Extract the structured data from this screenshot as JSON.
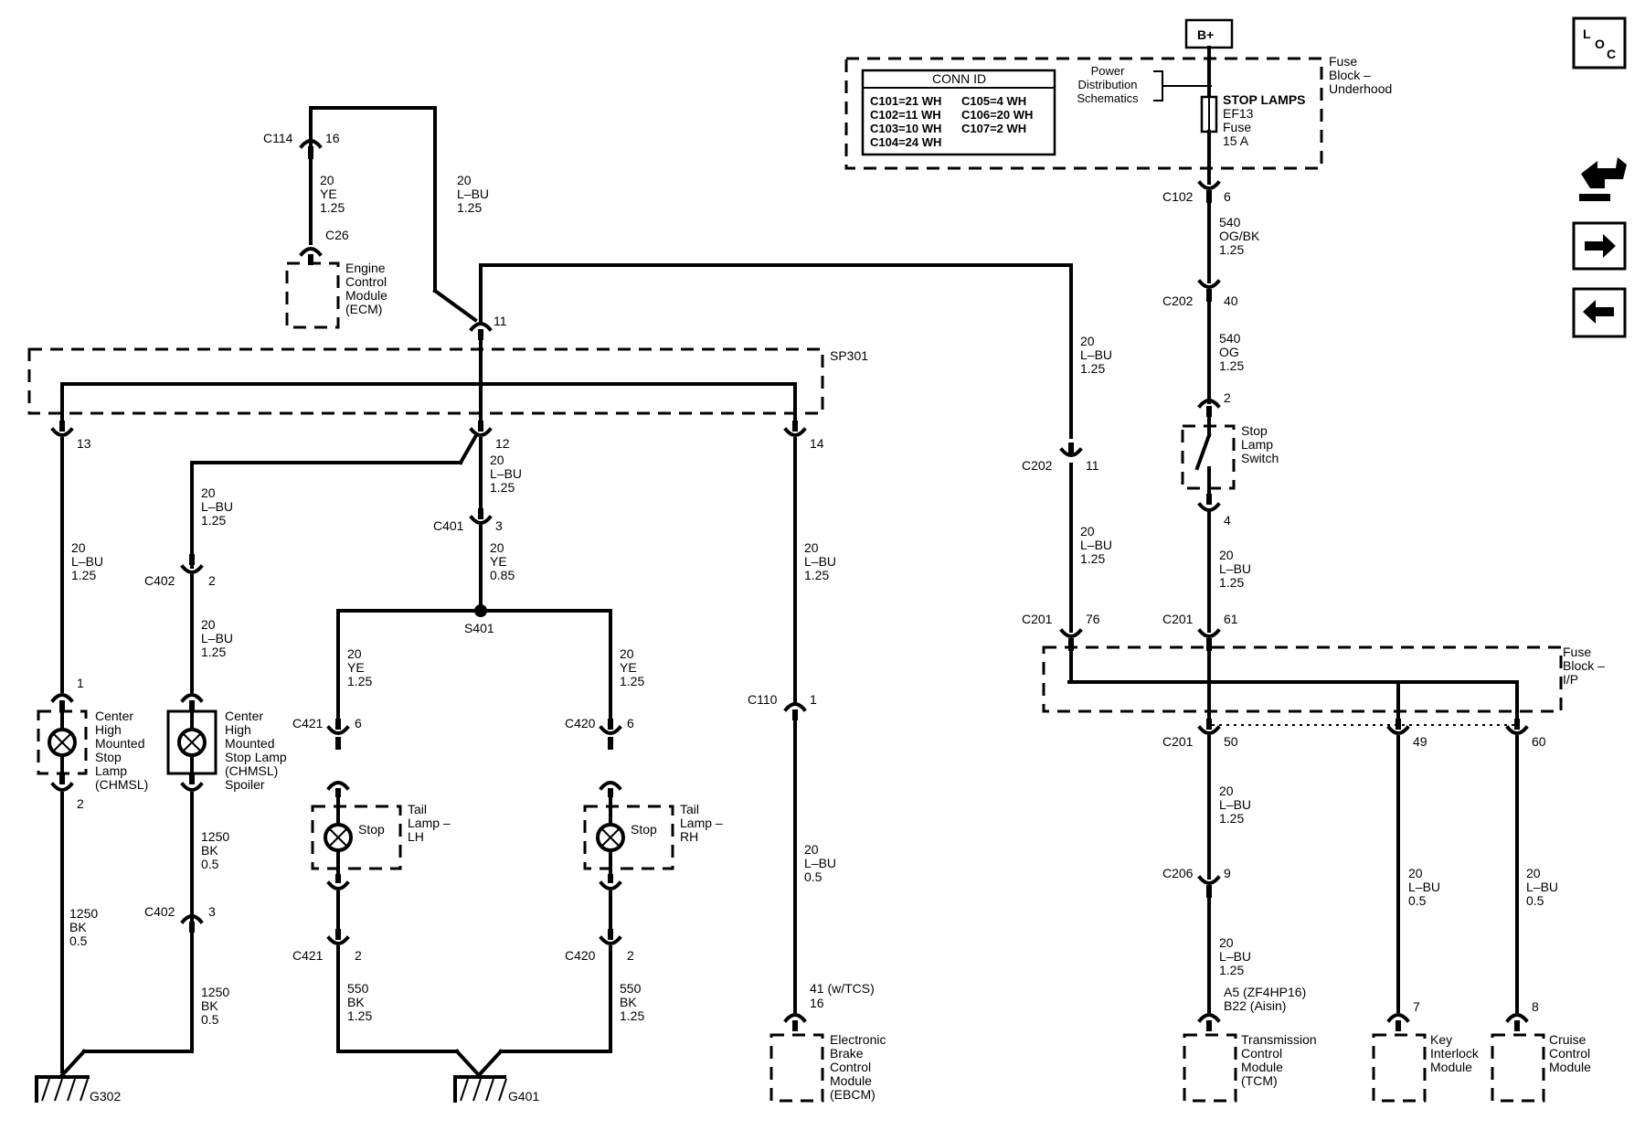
{
  "power": {
    "bplus": "B+"
  },
  "conn_id": {
    "title": "CONN ID",
    "rows": [
      "C101=21 WH",
      "C102=11 WH",
      "C103=10 WH",
      "C104=24 WH"
    ],
    "rows2": [
      "C105=4 WH",
      "C106=20 WH",
      "C107=2 WH"
    ]
  },
  "power_dist": [
    "Power",
    "Distribution",
    "Schematics"
  ],
  "fuse": [
    "STOP LAMPS",
    "EF13",
    "Fuse",
    "15 A"
  ],
  "fuse_block_uh": [
    "Fuse",
    "Block –",
    "Underhood"
  ],
  "fuse_block_ip": [
    "Fuse",
    "Block –",
    "I/P"
  ],
  "loc_icon": {
    "a": "L",
    "b": "O",
    "c": "C"
  },
  "connectors": {
    "c102": {
      "id": "C102",
      "pin": "6"
    },
    "c202a": {
      "id": "C202",
      "pin": "40"
    },
    "c202b": {
      "id": "C202",
      "pin": "11"
    },
    "c201a": {
      "id": "C201",
      "pin": "76"
    },
    "c201b": {
      "id": "C201",
      "pin": "61"
    },
    "c201c": {
      "id": "C201",
      "pin": "50"
    },
    "c201d": {
      "pin": "49"
    },
    "c201e": {
      "pin": "60"
    },
    "c206": {
      "id": "C206",
      "pin": "9"
    },
    "c114": {
      "id": "C114",
      "pin": "16"
    },
    "c26": {
      "id": "C26"
    },
    "sp11": {
      "pin": "11"
    },
    "sp13": {
      "pin": "13"
    },
    "sp12": {
      "pin": "12"
    },
    "sp14": {
      "pin": "14"
    },
    "c401": {
      "id": "C401",
      "pin": "3"
    },
    "c402a": {
      "id": "C402",
      "pin": "2"
    },
    "c402b": {
      "id": "C402",
      "pin": "3"
    },
    "c421a": {
      "id": "C421",
      "pin": "6"
    },
    "c421b": {
      "id": "C421",
      "pin": "2"
    },
    "c420a": {
      "id": "C420",
      "pin": "6"
    },
    "c420b": {
      "id": "C420",
      "pin": "2"
    },
    "c110": {
      "id": "C110",
      "pin": "1"
    },
    "chmsl1": {
      "pin": "1"
    },
    "chmsl2": {
      "pin": "2"
    },
    "sw2": {
      "pin": "2"
    },
    "sw4": {
      "pin": "4"
    },
    "tcm7": {
      "pin": "7"
    },
    "ccm8": {
      "pin": "8"
    },
    "ebcm": {
      "pin": "41 (w/TCS)",
      "pin2": "16"
    },
    "tcm": {
      "pin": "A5 (ZF4HP16)",
      "pin2": "B22 (Aisin)"
    }
  },
  "splices": {
    "sp301": "SP301",
    "s401": "S401"
  },
  "grounds": {
    "g302": "G302",
    "g401": "G401"
  },
  "wires": {
    "w540ogbk": [
      "540",
      "OG/BK",
      "1.25"
    ],
    "w540og": [
      "540",
      "OG",
      "1.25"
    ],
    "w_sw_out": [
      "20",
      "L–BU",
      "1.25"
    ],
    "w_c202_top": [
      "20",
      "L–BU",
      "1.25"
    ],
    "w_c202_bot": [
      "20",
      "L–BU",
      "1.25"
    ],
    "w_tcm1": [
      "20",
      "L–BU",
      "1.25"
    ],
    "w_tcm2": [
      "20",
      "L–BU",
      "1.25"
    ],
    "w_key": [
      "20",
      "L–BU",
      "0.5"
    ],
    "w_cc": [
      "20",
      "L–BU",
      "0.5"
    ],
    "w_ecm_ye": [
      "20",
      "YE",
      "1.25"
    ],
    "w_top_lbu": [
      "20",
      "L–BU",
      "1.25"
    ],
    "w_left": [
      "20",
      "L–BU",
      "1.25"
    ],
    "w_spoiler1": [
      "20",
      "L–BU",
      "1.25"
    ],
    "w_spoiler2": [
      "20",
      "L–BU",
      "1.25"
    ],
    "w_mid": [
      "20",
      "L–BU",
      "1.25"
    ],
    "w_c401": [
      "20",
      "YE",
      "0.85"
    ],
    "w_lh": [
      "20",
      "YE",
      "1.25"
    ],
    "w_rh": [
      "20",
      "YE",
      "1.25"
    ],
    "w_ebcm1": [
      "20",
      "L–BU",
      "1.25"
    ],
    "w_ebcm2": [
      "20",
      "L–BU",
      "0.5"
    ],
    "w_g1": [
      "1250",
      "BK",
      "0.5"
    ],
    "w_g2": [
      "1250",
      "BK",
      "0.5"
    ],
    "w_g3": [
      "1250",
      "BK",
      "0.5"
    ],
    "w_lh_gnd": [
      "550",
      "BK",
      "1.25"
    ],
    "w_rh_gnd": [
      "550",
      "BK",
      "1.25"
    ]
  },
  "components": {
    "ecm": [
      "Engine",
      "Control",
      "Module",
      "(ECM)"
    ],
    "chmsl": [
      "Center",
      "High",
      "Mounted",
      "Stop",
      "Lamp",
      "(CHMSL)"
    ],
    "chmsl_spoiler": [
      "Center",
      "High",
      "Mounted",
      "Stop Lamp",
      "(CHMSL)",
      "Spoiler"
    ],
    "tail_lh": [
      "Tail",
      "Lamp –",
      "LH"
    ],
    "tail_rh": [
      "Tail",
      "Lamp –",
      "RH"
    ],
    "stop": "Stop",
    "stop_switch": [
      "Stop",
      "Lamp",
      "Switch"
    ],
    "ebcm": [
      "Electronic",
      "Brake",
      "Control",
      "Module",
      "(EBCM)"
    ],
    "tcm": [
      "Transmission",
      "Control",
      "Module",
      "(TCM)"
    ],
    "key_interlock": [
      "Key",
      "Interlock",
      "Module"
    ],
    "cruise": [
      "Cruise",
      "Control",
      "Module"
    ]
  }
}
